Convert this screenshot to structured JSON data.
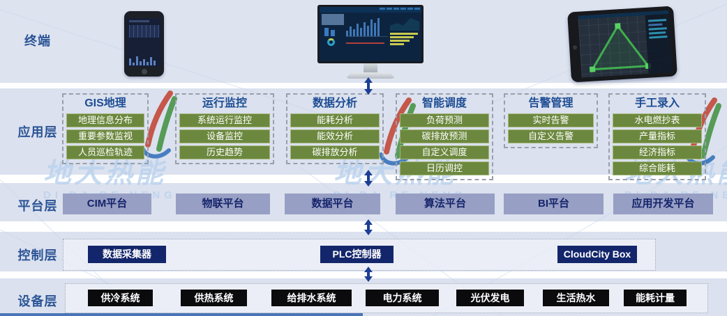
{
  "watermark": {
    "brand": "地大热能",
    "brand_latin": "DI DA RE NENG"
  },
  "layers": {
    "terminal": {
      "label": "终端",
      "devices": [
        "smartphone-dashboard",
        "desktop-monitor-dashboard",
        "tablet-gis-map"
      ]
    },
    "application": {
      "label": "应用层",
      "columns": [
        {
          "title": "GIS地理",
          "items": [
            "地理信息分布",
            "重要参数监视",
            "人员巡检轨迹"
          ]
        },
        {
          "title": "运行监控",
          "items": [
            "系统运行监控",
            "设备监控",
            "历史趋势"
          ]
        },
        {
          "title": "数据分析",
          "items": [
            "能耗分析",
            "能效分析",
            "碳排放分析"
          ]
        },
        {
          "title": "智能调度",
          "items": [
            "负荷预测",
            "碳排放预测",
            "自定义调度",
            "日历调控"
          ]
        },
        {
          "title": "告警管理",
          "items": [
            "实时告警",
            "自定义告警"
          ]
        },
        {
          "title": "手工录入",
          "items": [
            "水电燃抄表",
            "产量指标",
            "经济指标",
            "综合能耗"
          ]
        }
      ]
    },
    "platform": {
      "label": "平台层",
      "items": [
        "CIM平台",
        "物联平台",
        "数据平台",
        "算法平台",
        "BI平台",
        "应用开发平台"
      ]
    },
    "control": {
      "label": "控制层",
      "items": [
        "数据采集器",
        "PLC控制器",
        "CloudCity Box"
      ]
    },
    "device": {
      "label": "设备层",
      "items": [
        "供冷系统",
        "供热系统",
        "给排水系统",
        "电力系统",
        "光伏发电",
        "生活热水",
        "能耗计量"
      ]
    }
  },
  "colors": {
    "band_bg": "#dbe1ee",
    "label_blue": "#2b5496",
    "column_header_blue": "#1e4d94",
    "green_box": "#6c883e",
    "platform_box": "#989fc4",
    "platform_text": "#15246b",
    "navy_box": "#13266b",
    "black_box": "#0b0b0d",
    "arrow_blue": "#1d3e95",
    "watermark_blue": "#b9d2ee",
    "logo_red": "#c23f2f",
    "logo_green": "#3f8f3d",
    "logo_blue": "#2f6db8"
  }
}
